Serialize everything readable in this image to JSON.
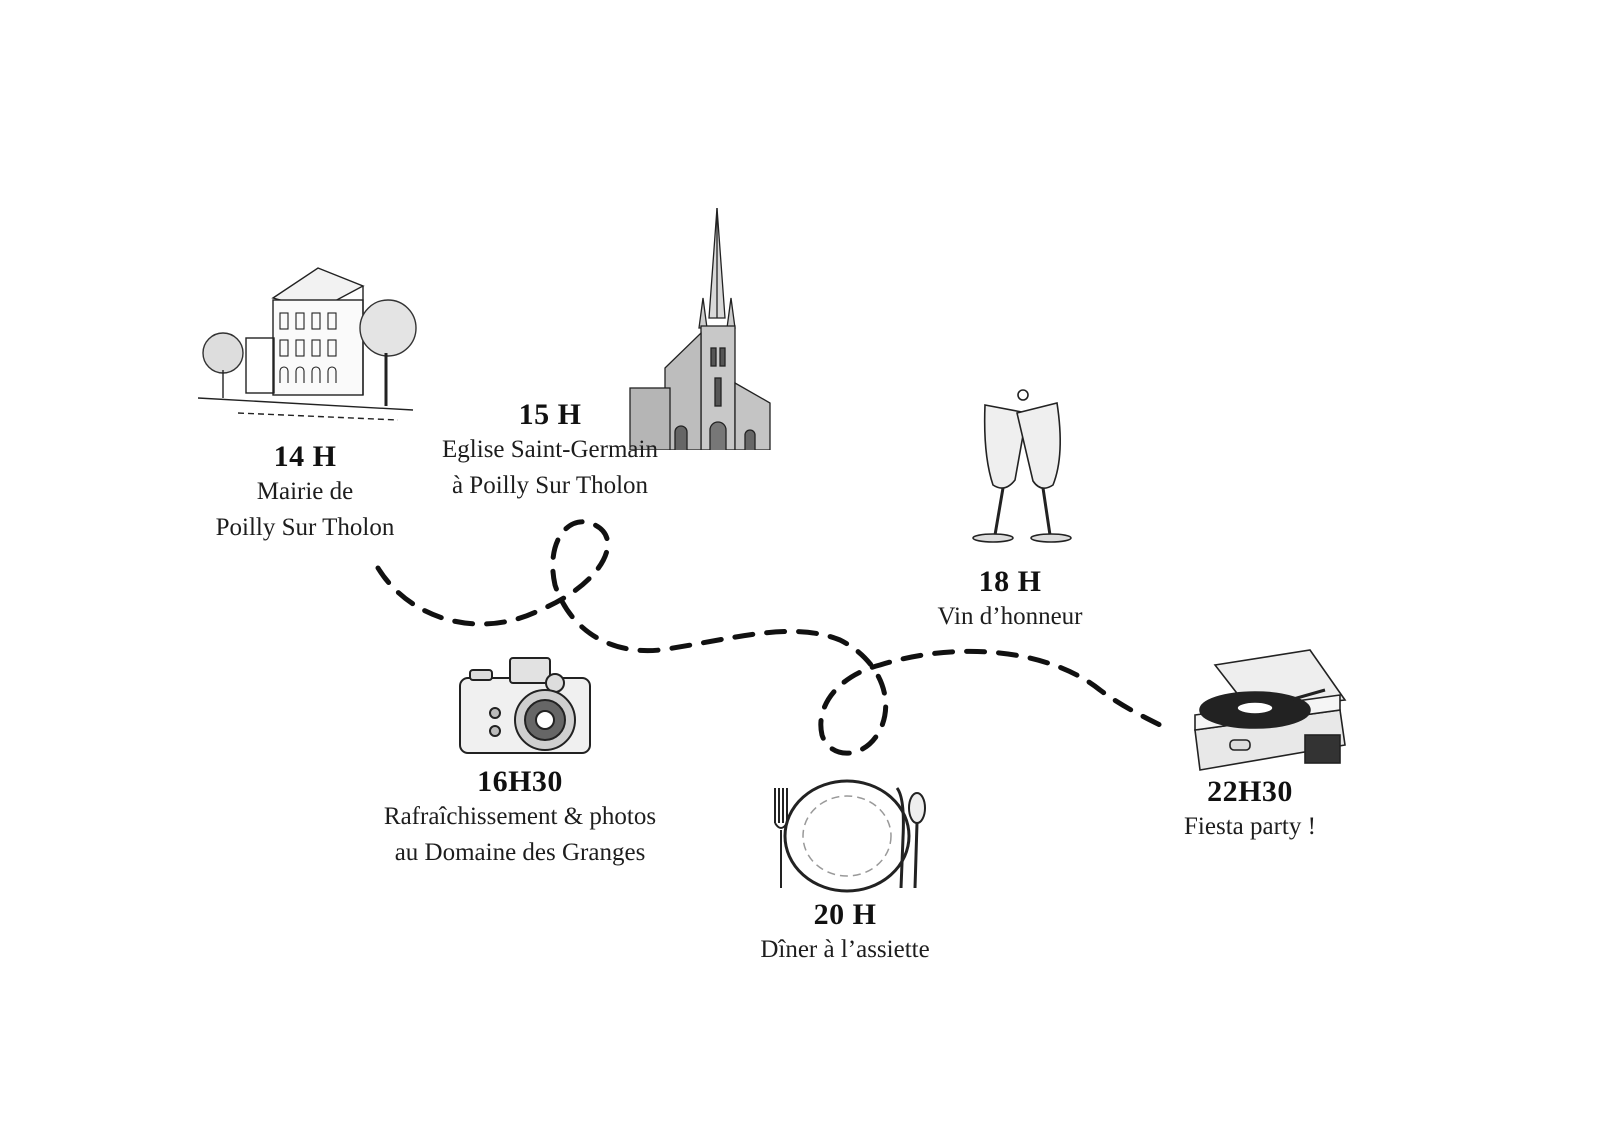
{
  "colors": {
    "background": "#ffffff",
    "ink": "#111111",
    "path": "#111111"
  },
  "events": [
    {
      "time": "14 H",
      "lines": [
        "Mairie de",
        "Poilly Sur Tholon"
      ],
      "icon": "town-hall-icon"
    },
    {
      "time": "15 H",
      "lines": [
        "Eglise Saint-Germain",
        "à Poilly Sur Tholon"
      ],
      "icon": "church-icon"
    },
    {
      "time": "16H30",
      "lines": [
        "Rafraîchissement & photos",
        "au Domaine des Granges"
      ],
      "icon": "camera-icon"
    },
    {
      "time": "18 H",
      "lines": [
        "Vin d’honneur"
      ],
      "icon": "champagne-glasses-icon"
    },
    {
      "time": "20 H",
      "lines": [
        "Dîner à l’assiette"
      ],
      "icon": "plate-cutlery-icon"
    },
    {
      "time": "22H30",
      "lines": [
        "Fiesta party !"
      ],
      "icon": "record-player-icon"
    }
  ]
}
